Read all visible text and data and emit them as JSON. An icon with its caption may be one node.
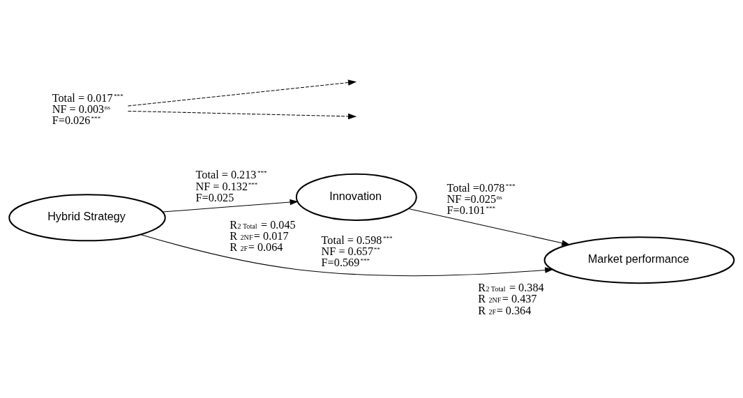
{
  "diagram": {
    "nodes": [
      {
        "text": [
          "Hybrid Strategy"
        ]
      },
      {
        "text": [
          "Innovation"
        ],
        "beside": [
          "R$_{2 Total}$ = 0.045",
          "R $_{2NF}$= 0.017",
          "R $_{2F}$= 0.064"
        ]
      },
      {
        "text": [
          "Market performance"
        ],
        "beside": [
          "R$_{2 Total}$ = 0.384",
          "R $_{2NF}$= 0.437",
          "R $_{2F}$= 0.364"
        ]
      },
      {
        "text": [
          "Total = 0.017$^{***}$ NF = 0.003$^{ns}$ F=0.026$^{***}$"
        ]
      }
    ],
    "edges": [
      {
        "from": 0,
        "to": 1,
        "arrow": "to",
        "label": "Total = 0.213$^{***}$ NF = 0.132$^{***}$ F=0.025"
      },
      {
        "from": 1,
        "to": 2,
        "arrow": "to",
        "label": "Total =0.078$^{***}$ NF =0.025$^{ns}$ F=0.101$^{***}$"
      },
      {
        "from": 0,
        "to": 2,
        "arrow": "to",
        "label": "Total = 0.598$^{***}$ NF = 0.657$^{**}$ F=0.569$^{***}$"
      },
      {
        "from": 3,
        "to": null,
        "arrow": "to",
        "style": "dashed"
      },
      {
        "from": 3,
        "to": null,
        "arrow": "to",
        "style": "dashed"
      }
    ]
  }
}
